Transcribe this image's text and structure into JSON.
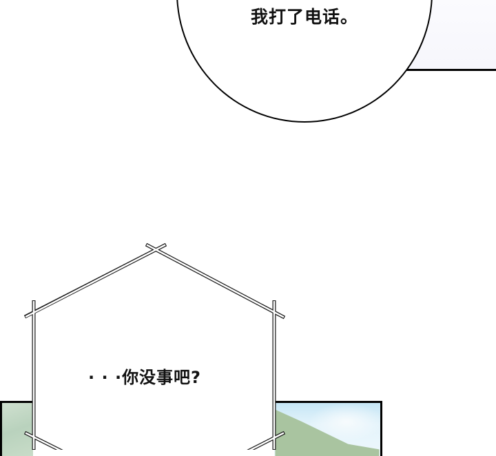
{
  "comic": {
    "panels": [
      {
        "id": "top-right-panel",
        "background": "#f8f8fd",
        "border": "#000000"
      },
      {
        "id": "bottom-left-panel",
        "background": "#c3d8c3",
        "border": "#000000"
      },
      {
        "id": "bottom-right-panel",
        "background": "#d8eef8",
        "border": "#000000"
      }
    ],
    "bubbles": [
      {
        "shape": "circle",
        "text": "我打了电话。"
      },
      {
        "shape": "hexagon",
        "text": "· · ·你没事吧?"
      }
    ]
  }
}
